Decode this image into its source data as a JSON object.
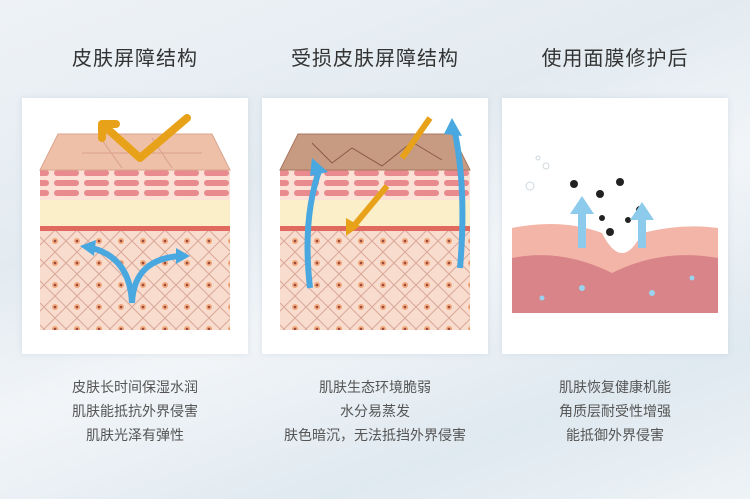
{
  "panels": [
    {
      "title": "皮肤屏障结构",
      "caption": [
        "皮肤长时间保湿水润",
        "肌肤能抵抗外界侵害",
        "肌肤光泽有弹性"
      ]
    },
    {
      "title": "受损皮肤屏障结构",
      "caption": [
        "肌肤生态环境脆弱",
        "水分易蒸发",
        "肤色暗沉，无法抵挡外界侵害"
      ]
    },
    {
      "title": "使用面膜修护后",
      "caption": [
        "肌肤恢复健康机能",
        "角质层耐受性增强",
        "能抵御外界侵害"
      ]
    }
  ],
  "colors": {
    "arrow_orange": "#e8a21a",
    "arrow_blue": "#4aa8e0",
    "skin_pink": "#f2b8a8",
    "cell": "#f6d7c8"
  }
}
